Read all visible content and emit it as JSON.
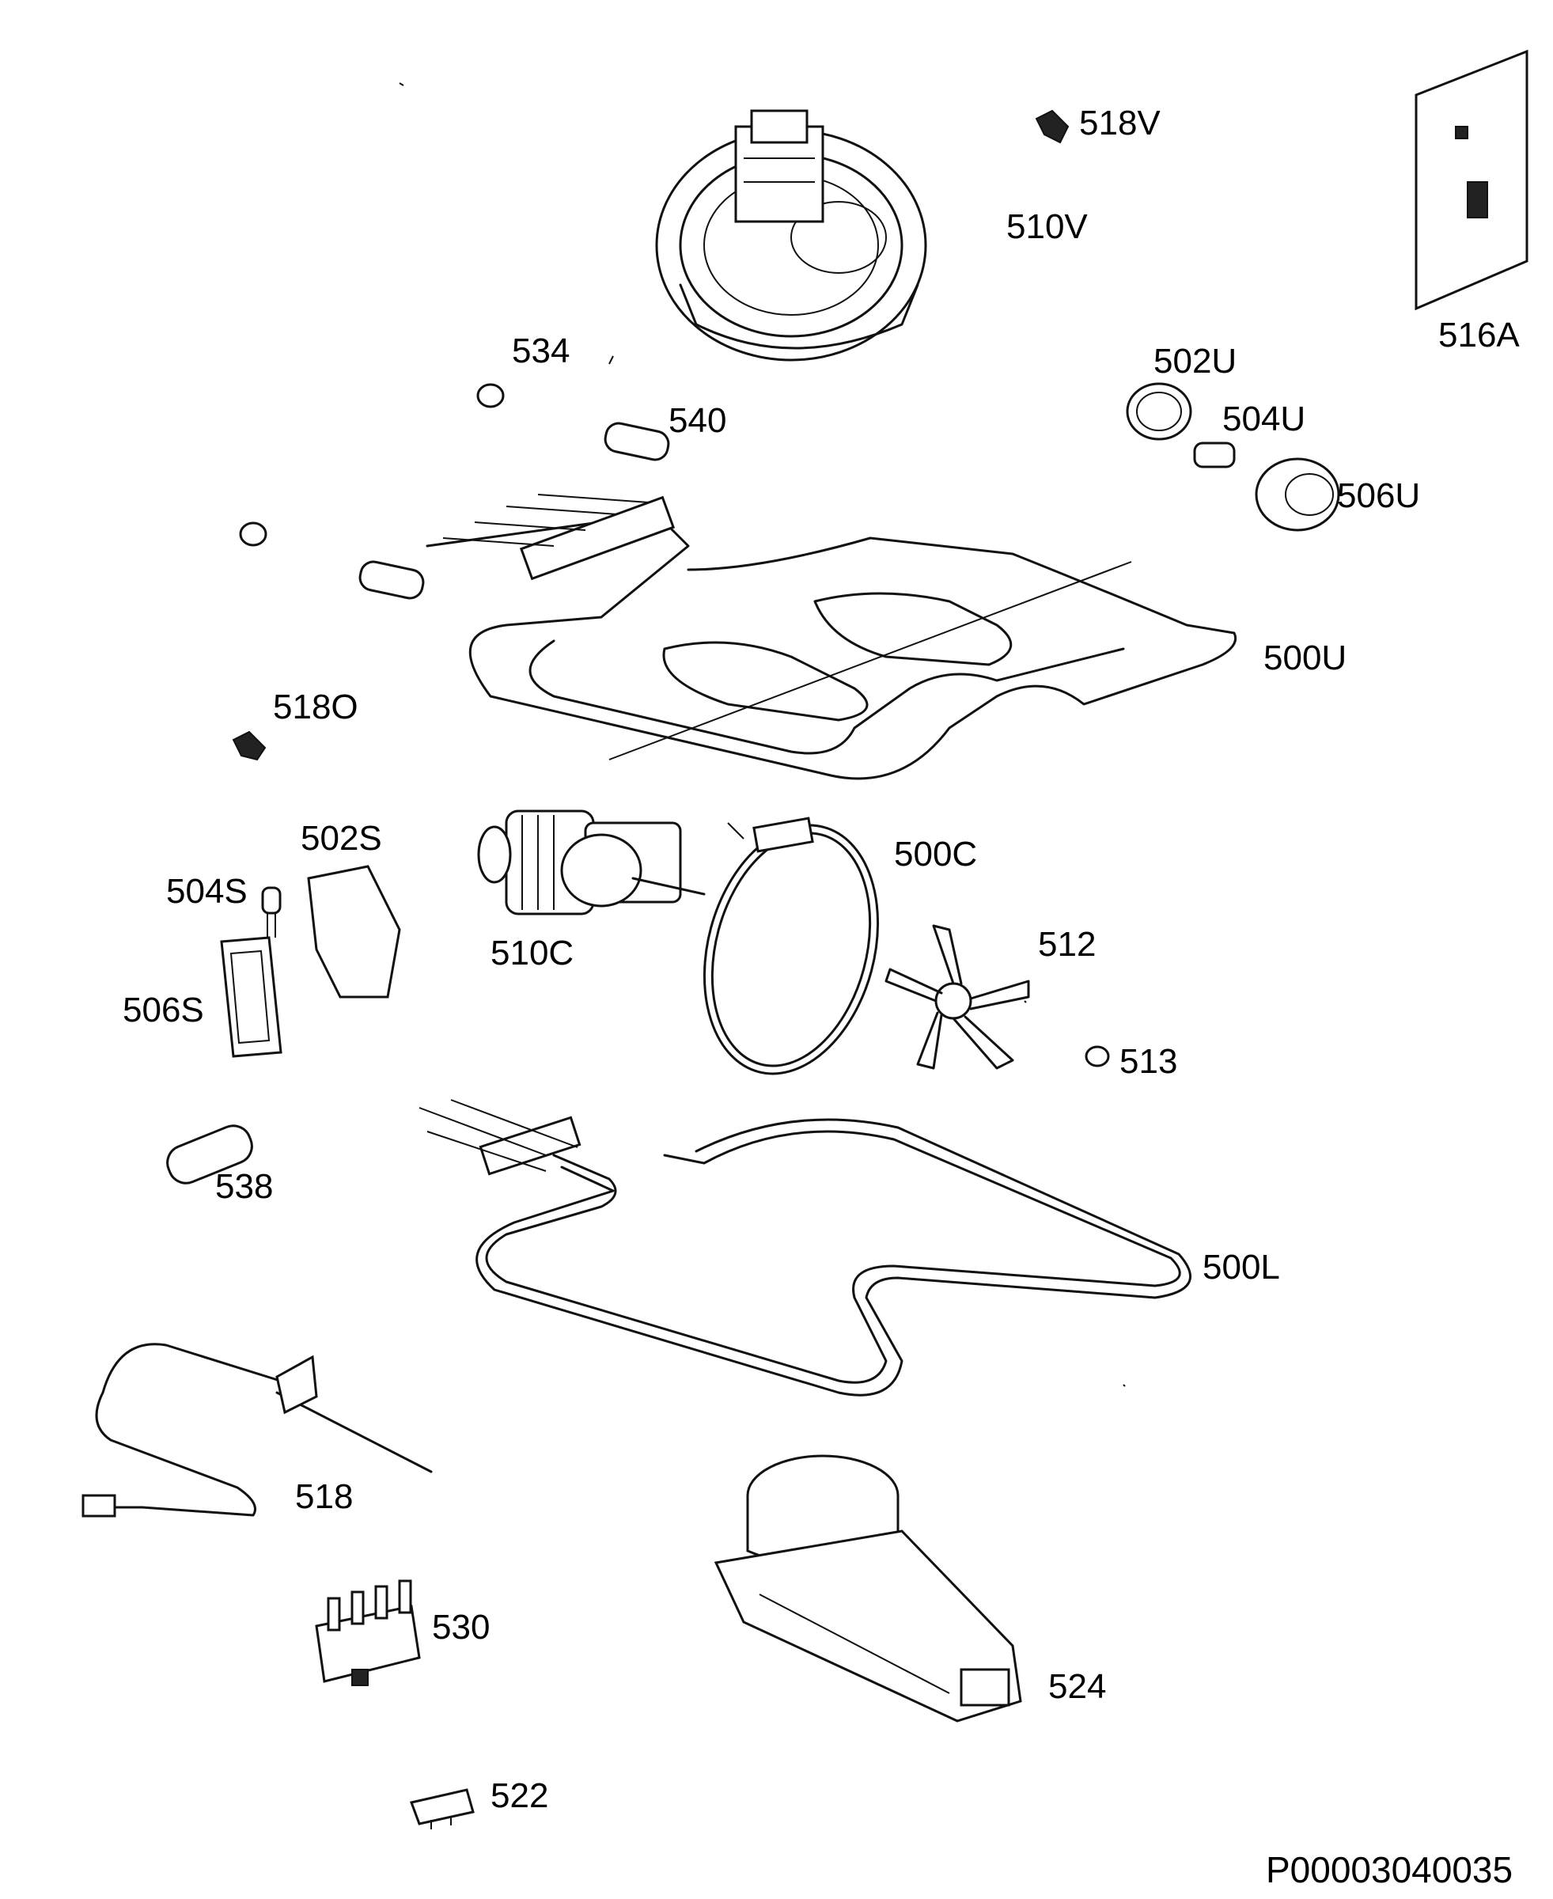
{
  "labels": {
    "p518V": "518V",
    "p510V": "510V",
    "p516A": "516A",
    "p534": "534",
    "p540": "540",
    "p502U": "502U",
    "p504U": "504U",
    "p506U": "506U",
    "p500U": "500U",
    "p518O": "518O",
    "p502S": "502S",
    "p500C": "500C",
    "p504S": "504S",
    "p510C": "510C",
    "p512": "512",
    "p506S": "506S",
    "p513": "513",
    "p538": "538",
    "p500L": "500L",
    "p518": "518",
    "p530": "530",
    "p524": "524",
    "p522": "522"
  },
  "drawing_code": "P00003040035"
}
